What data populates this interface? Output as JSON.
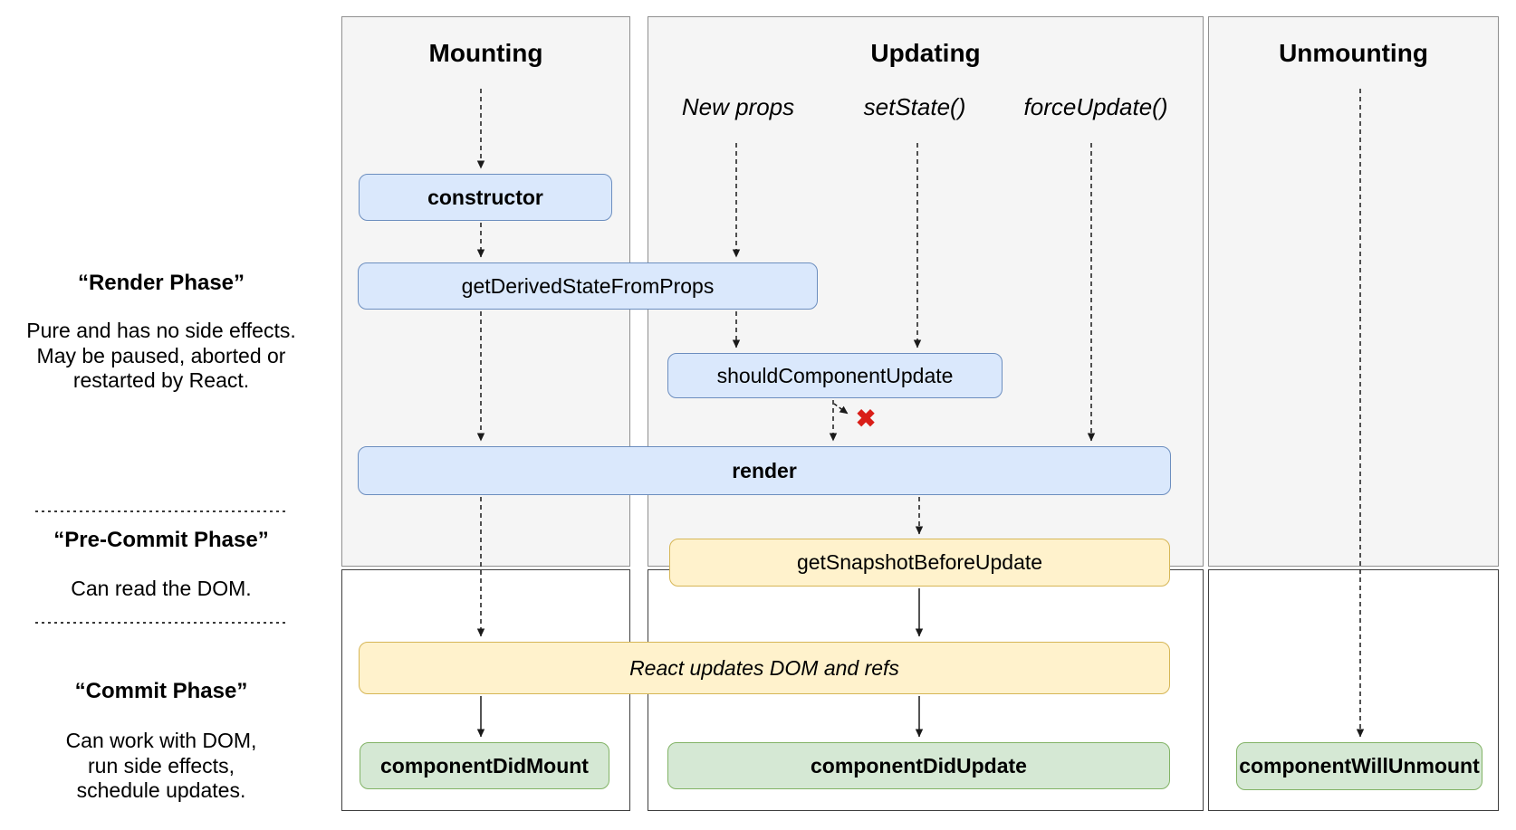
{
  "columns": {
    "mounting": {
      "title": "Mounting"
    },
    "updating": {
      "title": "Updating",
      "triggers": [
        "New props",
        "setState()",
        "forceUpdate()"
      ]
    },
    "unmounting": {
      "title": "Unmounting"
    }
  },
  "nodes": {
    "constructor": "constructor",
    "get_derived_state_from_props": "getDerivedStateFromProps",
    "should_component_update": "shouldComponentUpdate",
    "render": "render",
    "get_snapshot_before_update": "getSnapshotBeforeUpdate",
    "react_updates_dom_and_refs": "React updates DOM and refs",
    "component_did_mount": "componentDidMount",
    "component_did_update": "componentDidUpdate",
    "component_will_unmount": "componentWillUnmount"
  },
  "side_notes": {
    "render_phase": {
      "title": "“Render Phase”",
      "body": "Pure and has no side effects.\nMay be paused, aborted or\nrestarted by React."
    },
    "pre_commit_phase": {
      "title": "“Pre-Commit Phase”",
      "body": "Can read the DOM."
    },
    "commit_phase": {
      "title": "“Commit Phase”",
      "body": "Can work with DOM,\nrun side effects,\nschedule updates."
    }
  },
  "icons": {
    "no_rerender_x": "✖"
  },
  "colors": {
    "panel_bg": "#f5f5f5",
    "panel_border_top": "#8f8f8f",
    "panel_border_bottom": "#3f3f3f",
    "blue_fill": "#dae8fc",
    "blue_border": "#6c8ebf",
    "yellow_fill": "#fff2cc",
    "yellow_border": "#d6b656",
    "green_fill": "#d5e8d4",
    "green_border": "#82b366",
    "x_mark": "#d91e18",
    "arrow": "#1a1a1a"
  }
}
